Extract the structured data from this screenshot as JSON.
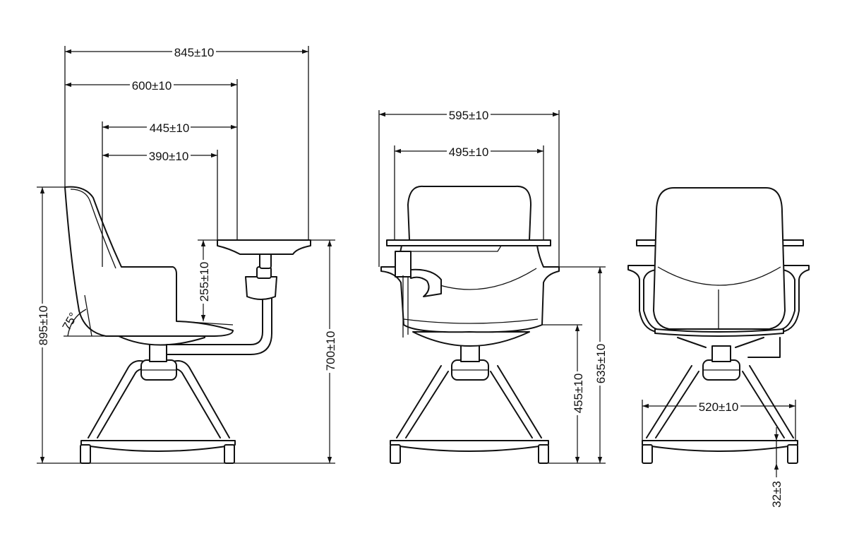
{
  "dimensions": {
    "side": {
      "total_depth": "845±10",
      "tablet_depth": "600±10",
      "seat_to_post": "445±10",
      "seat_depth": "390±10",
      "tablet_above_seat": "255±10",
      "overall_height": "895±10",
      "tablet_height": "700±10",
      "back_angle": "75°"
    },
    "front": {
      "overall_width": "595±10",
      "seat_width": "495±10",
      "seat_height": "455±10",
      "arm_height": "635±10"
    },
    "back": {
      "base_width": "520±10",
      "caster_height": "32±3"
    }
  }
}
